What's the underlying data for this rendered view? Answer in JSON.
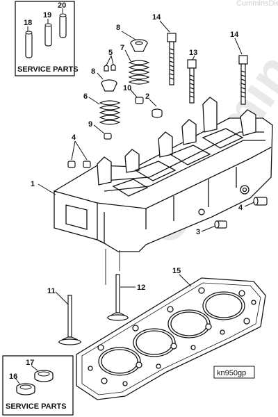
{
  "watermark": {
    "brand": "Cummins",
    "caption": "CumminsDiesel"
  },
  "service_box_top": {
    "label": "SERVICE PARTS",
    "parts": [
      "18",
      "19",
      "20"
    ]
  },
  "service_box_bottom": {
    "label": "SERVICE PARTS",
    "parts": [
      "16",
      "17"
    ]
  },
  "callouts": {
    "c1": "1",
    "c2": "2",
    "c3": "3",
    "c4": "4",
    "c4b": "4",
    "c5": "5",
    "c6": "6",
    "c7": "7",
    "c8": "8",
    "c8b": "8",
    "c9": "9",
    "c10": "10",
    "c11": "11",
    "c12": "12",
    "c13": "13",
    "c14": "14",
    "c14b": "14",
    "c15": "15"
  },
  "drawing_code": "kn950gp"
}
